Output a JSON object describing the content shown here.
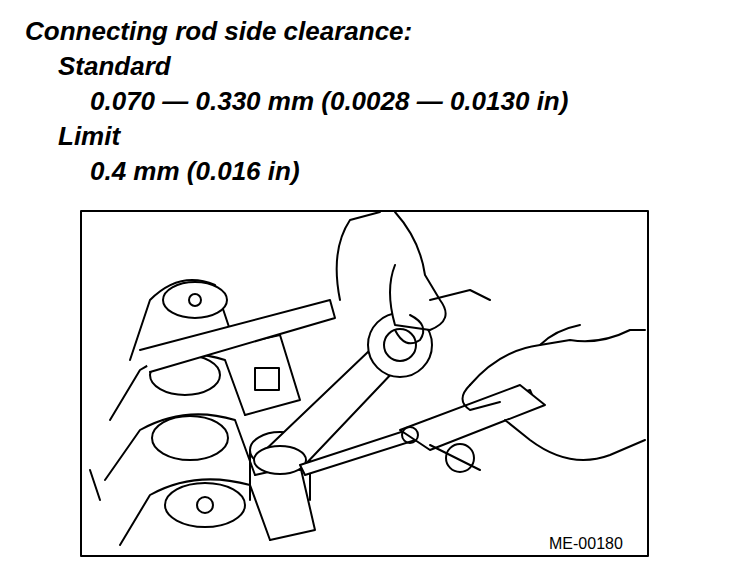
{
  "diagram": {
    "title": "Connecting rod side clearance:",
    "labels": [
      "Standard",
      "0.070 — 0.330 mm (0.0028 — 0.0130 in)",
      "Limit",
      "0.4 mm (0.016 in)",
      "ME-00180"
    ]
  }
}
